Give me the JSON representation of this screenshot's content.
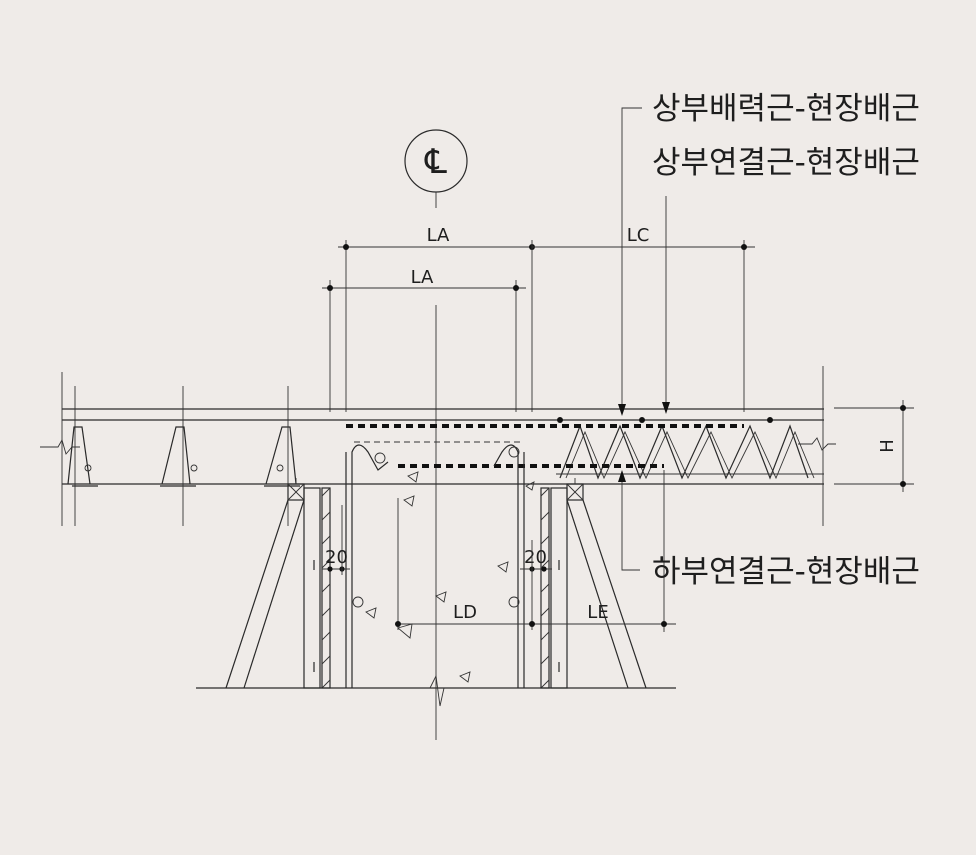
{
  "centerline_symbol": "℄",
  "dimensions": {
    "la_outer": "LA",
    "la_inner": "LA",
    "lc": "LC",
    "ld": "LD",
    "le": "LE",
    "h": "H",
    "clearance_left": "20",
    "clearance_right": "20"
  },
  "labels": {
    "top_distribution_bar": "상부배력근-현장배근",
    "top_connection_bar": "상부연결근-현장배근",
    "bottom_connection_bar": "하부연결근-현장배근"
  },
  "colors": {
    "background": "#efebe8",
    "line": "#2a2a2a"
  }
}
